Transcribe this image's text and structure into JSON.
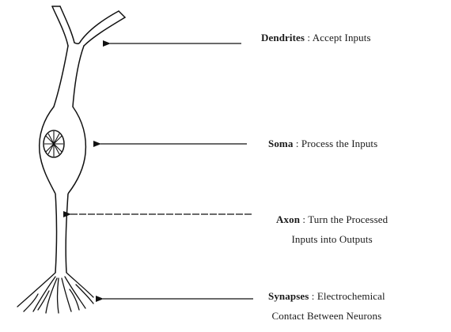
{
  "labels": {
    "dendrites": {
      "term": "Dendrites",
      "sep": " : ",
      "desc": "Accept Inputs"
    },
    "soma": {
      "term": "Soma",
      "sep": " : ",
      "desc": "Process the Inputs"
    },
    "axon": {
      "term": "Axon",
      "sep": " : ",
      "desc_line1": "Turn the Processed",
      "desc_line2": "Inputs into Outputs"
    },
    "synapses": {
      "term": "Synapses",
      "sep": " : ",
      "desc_line1": "Electrochemical",
      "desc_line2": "Contact Between Neurons"
    }
  }
}
